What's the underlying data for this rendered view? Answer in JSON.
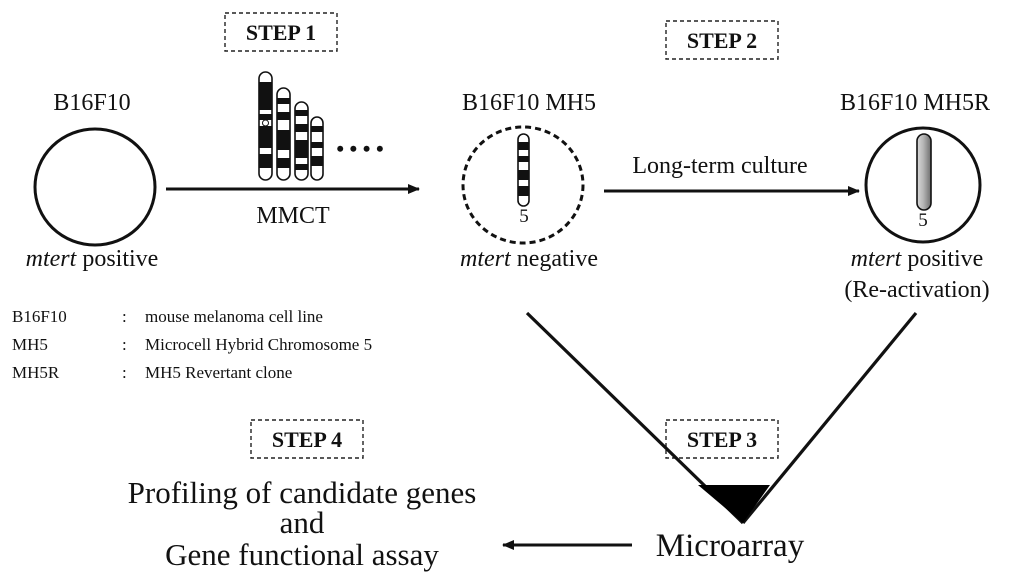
{
  "steps": {
    "step1": "STEP 1",
    "step2": "STEP 2",
    "step3": "STEP 3",
    "step4": "STEP 4"
  },
  "cells": {
    "parent": {
      "name": "B16F10",
      "status_italic": "mtert",
      "status_rest": " positive"
    },
    "hybrid": {
      "name": "B16F10 MH5",
      "status_italic": "mtert",
      "status_rest": " negative",
      "chromosome_number": "5"
    },
    "revertant": {
      "name": "B16F10 MH5R",
      "status_italic": "mtert",
      "status_rest": " positive",
      "note": "(Re-activation)",
      "chromosome_number": "5"
    }
  },
  "arrows": {
    "mmct": "MMCT",
    "long_term": "Long-term culture"
  },
  "ellipsis": "• • • •",
  "legend": [
    {
      "term": "B16F10",
      "sep": ":",
      "definition": "mouse melanoma cell line"
    },
    {
      "term": "MH5",
      "sep": ":",
      "definition": "Microcell Hybrid Chromosome 5"
    },
    {
      "term": "MH5R",
      "sep": ":",
      "definition": "MH5 Revertant clone"
    }
  ],
  "microarray": "Microarray",
  "profiling": {
    "line1": "Profiling of candidate genes",
    "line2": "and",
    "line3": "Gene functional assay"
  }
}
